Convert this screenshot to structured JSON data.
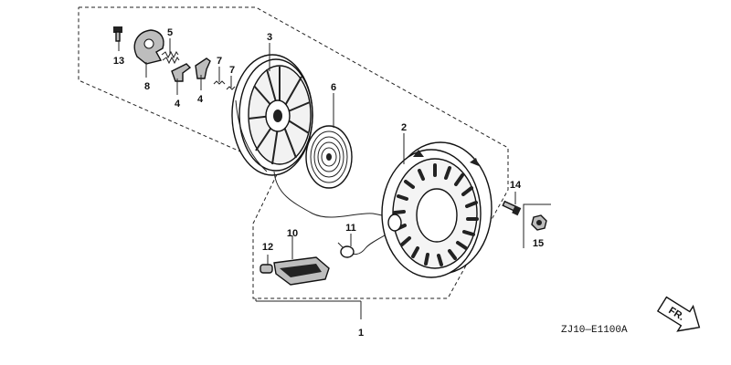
{
  "diagram": {
    "callouts": [
      {
        "id": "1",
        "label": "1"
      },
      {
        "id": "2",
        "label": "2"
      },
      {
        "id": "3",
        "label": "3"
      },
      {
        "id": "4a",
        "label": "4"
      },
      {
        "id": "4b",
        "label": "4"
      },
      {
        "id": "5",
        "label": "5"
      },
      {
        "id": "6",
        "label": "6"
      },
      {
        "id": "7a",
        "label": "7"
      },
      {
        "id": "7b",
        "label": "7"
      },
      {
        "id": "8",
        "label": "8"
      },
      {
        "id": "10",
        "label": "10"
      },
      {
        "id": "11",
        "label": "11"
      },
      {
        "id": "12",
        "label": "12"
      },
      {
        "id": "13",
        "label": "13"
      },
      {
        "id": "14",
        "label": "14"
      },
      {
        "id": "15",
        "label": "15"
      }
    ],
    "direction_label": "FR.",
    "drawing_code": "ZJ10—E1100A"
  }
}
